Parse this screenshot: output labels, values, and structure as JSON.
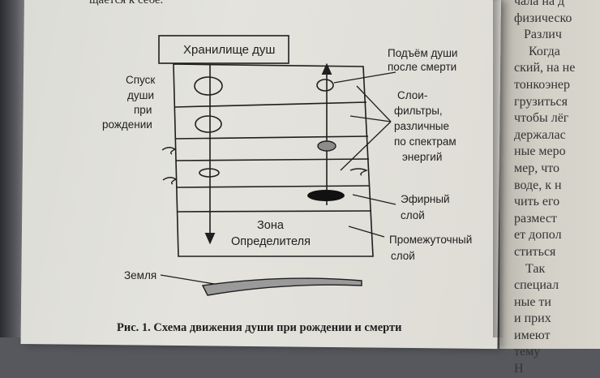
{
  "page_top_text": "щается к себе.",
  "right_page_lines": [
    "чала на д",
    "физическо",
    "Различ",
    "Когда",
    "ский, на не",
    "тонкоэнер",
    "грузиться",
    "чтобы лёг",
    "держалас",
    "ные меро",
    "мер, что",
    "воде, к н",
    "чить его",
    "размест",
    "ет допол",
    "ститься",
    "Так",
    "специал",
    "ные ти",
    "и прих",
    "имеют",
    "тему",
    "Н"
  ],
  "diagram": {
    "storage_box": "Хранилище душ",
    "descent_label": [
      "Спуск",
      "души",
      "при",
      "рождении"
    ],
    "ascent_label": [
      "Подъём души",
      "после смерти"
    ],
    "filters_label": [
      "Слои-",
      "фильтры,",
      "различные",
      "по спектрам",
      "энергий"
    ],
    "ether_label": [
      "Эфирный",
      "слой"
    ],
    "zone_label": [
      "Зона",
      "Определителя"
    ],
    "intermediate_label": [
      "Промежуточный",
      "слой"
    ],
    "earth_label": "Земля"
  },
  "caption": "Рис. 1. Схема движения души при рождении и смерти"
}
